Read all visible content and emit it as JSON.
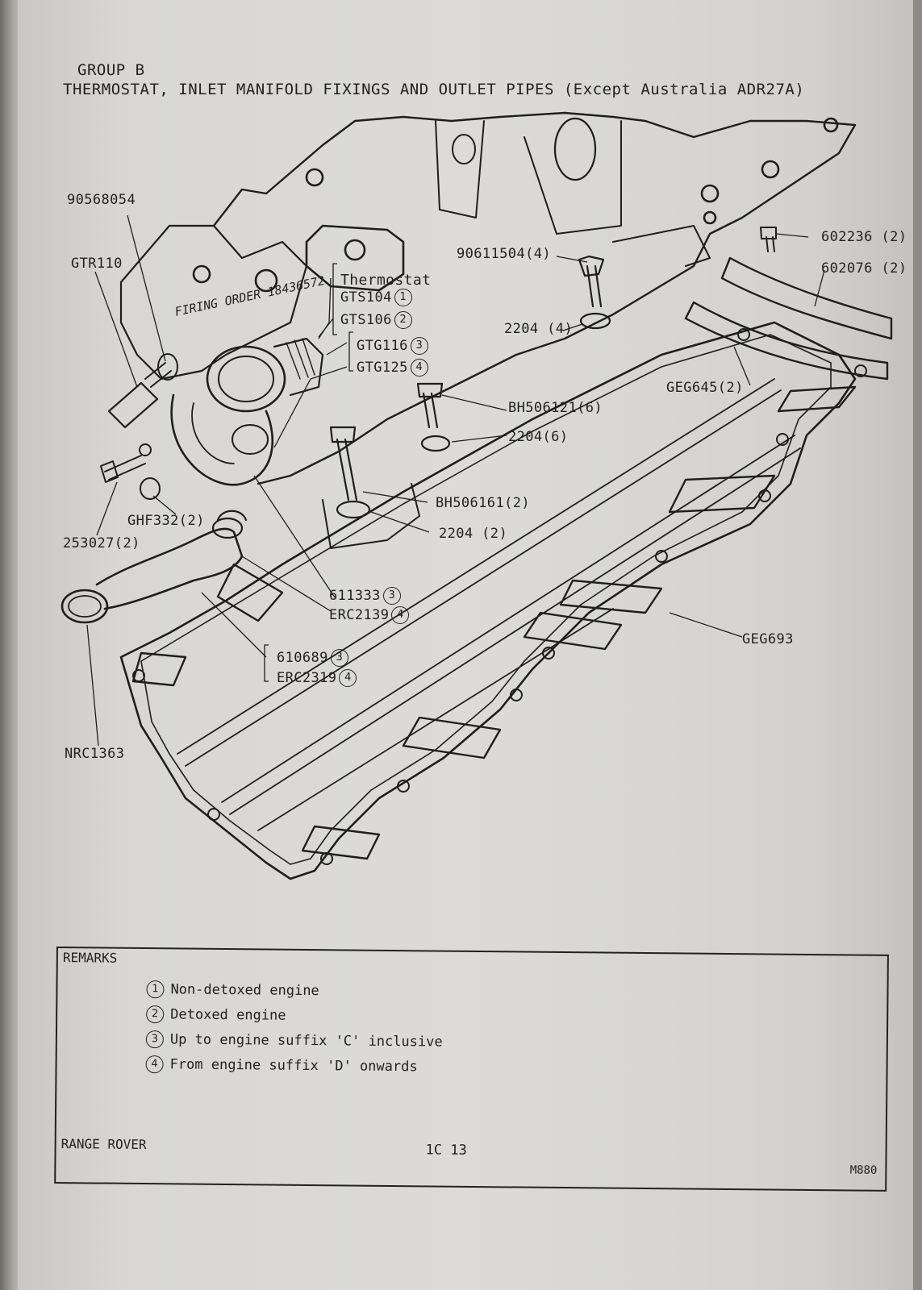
{
  "header": {
    "group": "GROUP B",
    "title": "THERMOSTAT, INLET MANIFOLD FIXINGS AND OUTLET PIPES (Except Australia ADR27A)"
  },
  "diagram": {
    "casting_text": "FIRING ORDER 18436572",
    "labels": {
      "p90568054": "90568054",
      "gtr110": "GTR110",
      "thermostat": "Thermostat",
      "gts104": "GTS104",
      "gts106": "GTS106",
      "gtg116": "GTG116",
      "gtg125": "GTG125",
      "p90611504": "90611504(4)",
      "p2204_4": "2204 (4)",
      "p602236": "602236 (2)",
      "p602076": "602076 (2)",
      "geg645": "GEG645(2)",
      "bh506121": "BH506121(6)",
      "p2204_6": "2204(6)",
      "bh506161": "BH506161(2)",
      "p2204_2": "2204 (2)",
      "ghf332": "GHF332(2)",
      "p253027": "253027(2)",
      "p611333": "611333",
      "erc2139": "ERC2139",
      "p610689": "610689",
      "erc2319": "ERC2319",
      "geg693": "GEG693",
      "nrc1363": "NRC1363"
    },
    "circled": {
      "n1": "1",
      "n2": "2",
      "n3": "3",
      "n4": "4"
    }
  },
  "remarks": {
    "title": "REMARKS",
    "items": [
      {
        "num": "1",
        "text": "Non-detoxed engine"
      },
      {
        "num": "2",
        "text": "Detoxed engine"
      },
      {
        "num": "3",
        "text": "Up to engine suffix 'C' inclusive"
      },
      {
        "num": "4",
        "text": "From engine suffix 'D' onwards"
      }
    ],
    "footer_left": "RANGE ROVER",
    "page_number": "1C 13",
    "ref_code": "M880"
  }
}
